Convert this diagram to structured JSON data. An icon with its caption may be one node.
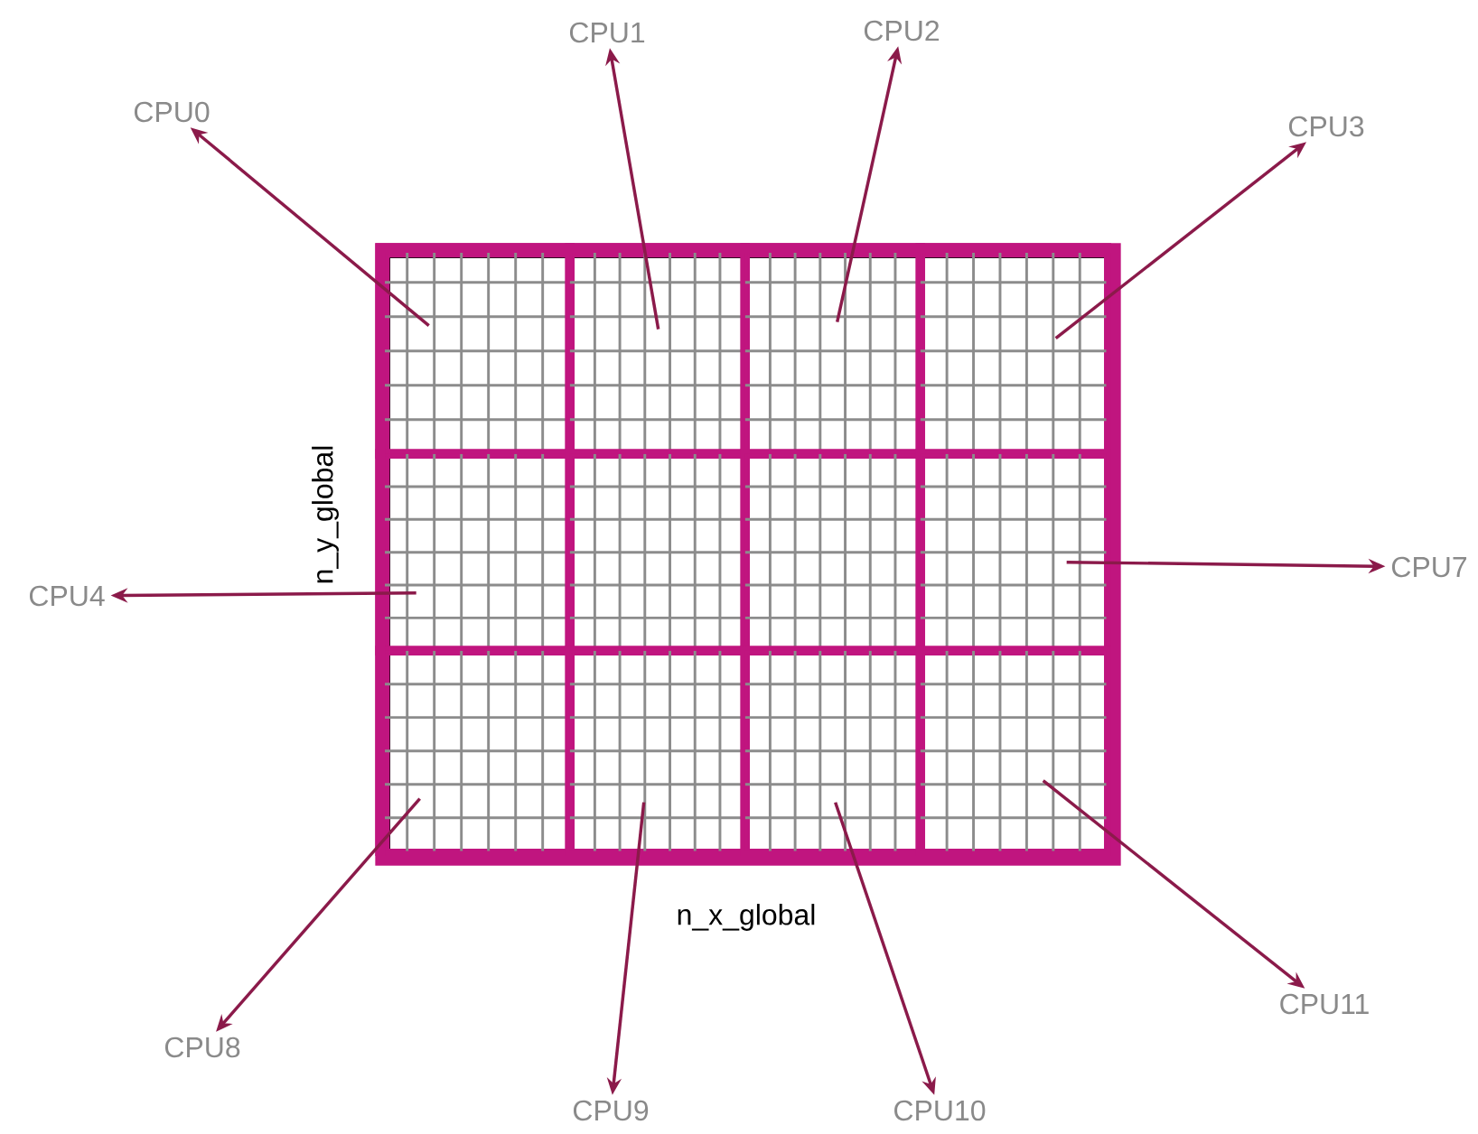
{
  "diagram": {
    "nodes": [
      {
        "text": [],
        "shape": "box"
      },
      {
        "text": [],
        "shape": "box",
        "in": 0
      },
      {
        "text": [],
        "shape": "box",
        "in": 0
      },
      {
        "text": [],
        "shape": "box",
        "in": 0
      },
      {
        "text": [],
        "shape": "box",
        "in": 0
      },
      {
        "text": [],
        "shape": "box",
        "in": 0
      },
      {
        "text": [],
        "shape": "box",
        "in": 0
      },
      {
        "text": [],
        "shape": "box",
        "in": 0
      },
      {
        "text": [],
        "shape": "box",
        "in": 0
      },
      {
        "text": [],
        "shape": "box",
        "in": 0
      },
      {
        "text": [],
        "shape": "box",
        "in": 0
      },
      {
        "text": [],
        "shape": "box",
        "in": 0
      },
      {
        "text": [],
        "shape": "box",
        "in": 0
      },
      {
        "text": [
          "CPU0"
        ]
      },
      {
        "text": [
          "CPU1"
        ]
      },
      {
        "text": [
          "CPU2"
        ]
      },
      {
        "text": [
          "CPU3"
        ]
      },
      {
        "text": [
          "CPU4"
        ]
      },
      {
        "text": [
          "CPU7"
        ]
      },
      {
        "text": [
          "CPU8"
        ]
      },
      {
        "text": [
          "CPU9"
        ]
      },
      {
        "text": [
          "CPU10"
        ]
      },
      {
        "text": [
          "CPU11"
        ]
      }
    ],
    "edges": [
      {
        "from": 1,
        "to": 13,
        "arrow": "to"
      },
      {
        "from": 2,
        "to": 14,
        "arrow": "to"
      },
      {
        "from": 3,
        "to": 15,
        "arrow": "to"
      },
      {
        "from": 4,
        "to": 16,
        "arrow": "to"
      },
      {
        "from": 5,
        "to": 17,
        "arrow": "to"
      },
      {
        "from": 8,
        "to": 18,
        "arrow": "to"
      },
      {
        "from": 9,
        "to": 19,
        "arrow": "to"
      },
      {
        "from": 10,
        "to": 20,
        "arrow": "to"
      },
      {
        "from": 11,
        "to": 21,
        "arrow": "to"
      },
      {
        "from": 12,
        "to": 22,
        "arrow": "to"
      }
    ],
    "labels": [
      "n_y_global",
      "n_x_global"
    ]
  }
}
